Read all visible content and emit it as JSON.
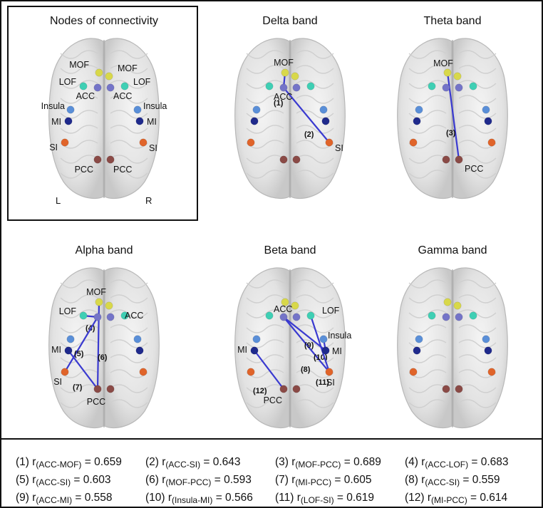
{
  "panels": [
    {
      "id": "nodes",
      "title": "Nodes of connectivity",
      "node_labels": [
        {
          "node": "MOF_L",
          "text": "MOF"
        },
        {
          "node": "MOF_R",
          "text": "MOF"
        },
        {
          "node": "LOF_L",
          "text": "LOF"
        },
        {
          "node": "LOF_R",
          "text": "LOF"
        },
        {
          "node": "ACC_L",
          "text": "ACC"
        },
        {
          "node": "ACC_R",
          "text": "ACC"
        },
        {
          "node": "Insula_L",
          "text": "Insula"
        },
        {
          "node": "Insula_R",
          "text": "Insula"
        },
        {
          "node": "MI_L",
          "text": "MI"
        },
        {
          "node": "MI_R",
          "text": "MI"
        },
        {
          "node": "SI_L",
          "text": "SI"
        },
        {
          "node": "SI_R",
          "text": "SI"
        },
        {
          "node": "PCC_L",
          "text": "PCC"
        },
        {
          "node": "PCC_R",
          "text": "PCC"
        }
      ],
      "side_labels": {
        "left": "L",
        "right": "R"
      },
      "connections": []
    },
    {
      "id": "delta",
      "title": "Delta band",
      "node_labels": [
        {
          "node": "MOF_L",
          "text": "MOF"
        },
        {
          "node": "ACC_L",
          "text": "ACC"
        },
        {
          "node": "SI_R",
          "text": "SI"
        }
      ],
      "connections": [
        {
          "num": "(1)",
          "from": "ACC_L",
          "to": "MOF_L"
        },
        {
          "num": "(2)",
          "from": "ACC_L",
          "to": "SI_R"
        }
      ]
    },
    {
      "id": "theta",
      "title": "Theta band",
      "node_labels": [
        {
          "node": "MOF_L",
          "text": "MOF"
        },
        {
          "node": "PCC_R",
          "text": "PCC"
        }
      ],
      "connections": [
        {
          "num": "(3)",
          "from": "MOF_L",
          "to": "PCC_R"
        }
      ]
    },
    {
      "id": "alpha",
      "title": "Alpha band",
      "node_labels": [
        {
          "node": "MOF_L",
          "text": "MOF"
        },
        {
          "node": "LOF_L",
          "text": "LOF"
        },
        {
          "node": "ACC_R",
          "text": "ACC"
        },
        {
          "node": "MI_L",
          "text": "MI"
        },
        {
          "node": "SI_L",
          "text": "SI"
        },
        {
          "node": "PCC_L",
          "text": "PCC"
        }
      ],
      "connections": [
        {
          "num": "(4)",
          "from": "ACC_L",
          "to": "LOF_L"
        },
        {
          "num": "(5)",
          "from": "ACC_L",
          "to": "SI_L"
        },
        {
          "num": "(6)",
          "from": "MOF_L",
          "to": "PCC_L"
        },
        {
          "num": "(7)",
          "from": "MI_L",
          "to": "PCC_L"
        }
      ]
    },
    {
      "id": "beta",
      "title": "Beta band",
      "node_labels": [
        {
          "node": "ACC_L",
          "text": "ACC"
        },
        {
          "node": "LOF_R",
          "text": "LOF"
        },
        {
          "node": "Insula_R",
          "text": "Insula"
        },
        {
          "node": "MI_R",
          "text": "MI"
        },
        {
          "node": "SI_R",
          "text": "SI"
        },
        {
          "node": "MI_L",
          "text": "MI"
        },
        {
          "node": "PCC_L",
          "text": "PCC"
        }
      ],
      "connections": [
        {
          "num": "(8)",
          "from": "ACC_L",
          "to": "SI_R"
        },
        {
          "num": "(9)",
          "from": "ACC_L",
          "to": "MI_R"
        },
        {
          "num": "(10)",
          "from": "Insula_R",
          "to": "MI_R"
        },
        {
          "num": "(11)",
          "from": "LOF_R",
          "to": "SI_R"
        },
        {
          "num": "(12)",
          "from": "MI_L",
          "to": "PCC_L"
        }
      ]
    },
    {
      "id": "gamma",
      "title": "Gamma band",
      "node_labels": [],
      "connections": []
    }
  ],
  "node_colors": {
    "MOF": "#d8d84a",
    "LOF": "#3fcfb4",
    "ACC": "#7474c8",
    "Insula": "#5a8fd8",
    "MI": "#1f2a8c",
    "SI": "#e0642a",
    "PCC": "#8a4a46"
  },
  "connection_color": "#3a3ad0",
  "correlations": [
    {
      "num": "(1)",
      "prefix": "r",
      "pair": "(ACC-MOF)",
      "value": "= 0.659"
    },
    {
      "num": "(2)",
      "prefix": "r",
      "pair": "(ACC-SI)",
      "value": "= 0.643"
    },
    {
      "num": "(3)",
      "prefix": "r",
      "pair": "(MOF-PCC)",
      "value": "= 0.689"
    },
    {
      "num": "(4)",
      "prefix": "r",
      "pair": "(ACC-LOF)",
      "value": "= 0.683"
    },
    {
      "num": "(5)",
      "prefix": "r",
      "pair": "(ACC-SI)",
      "value": "= 0.603"
    },
    {
      "num": "(6)",
      "prefix": "r",
      "pair": "(MOF-PCC)",
      "value": "= 0.593"
    },
    {
      "num": "(7)",
      "prefix": "r",
      "pair": "(MI-PCC)",
      "value": "= 0.605"
    },
    {
      "num": "(8)",
      "prefix": "r",
      "pair": "(ACC-SI)",
      "value": "= 0.559"
    },
    {
      "num": "(9)",
      "prefix": "r",
      "pair": "(ACC-MI)",
      "value": "= 0.558"
    },
    {
      "num": "(10)",
      "prefix": "r",
      "pair": "(Insula-MI)",
      "value": "= 0.566"
    },
    {
      "num": "(11)",
      "prefix": "r",
      "pair": "(LOF-SI)",
      "value": "= 0.619"
    },
    {
      "num": "(12)",
      "prefix": "r",
      "pair": "(MI-PCC)",
      "value": "= 0.614"
    }
  ]
}
